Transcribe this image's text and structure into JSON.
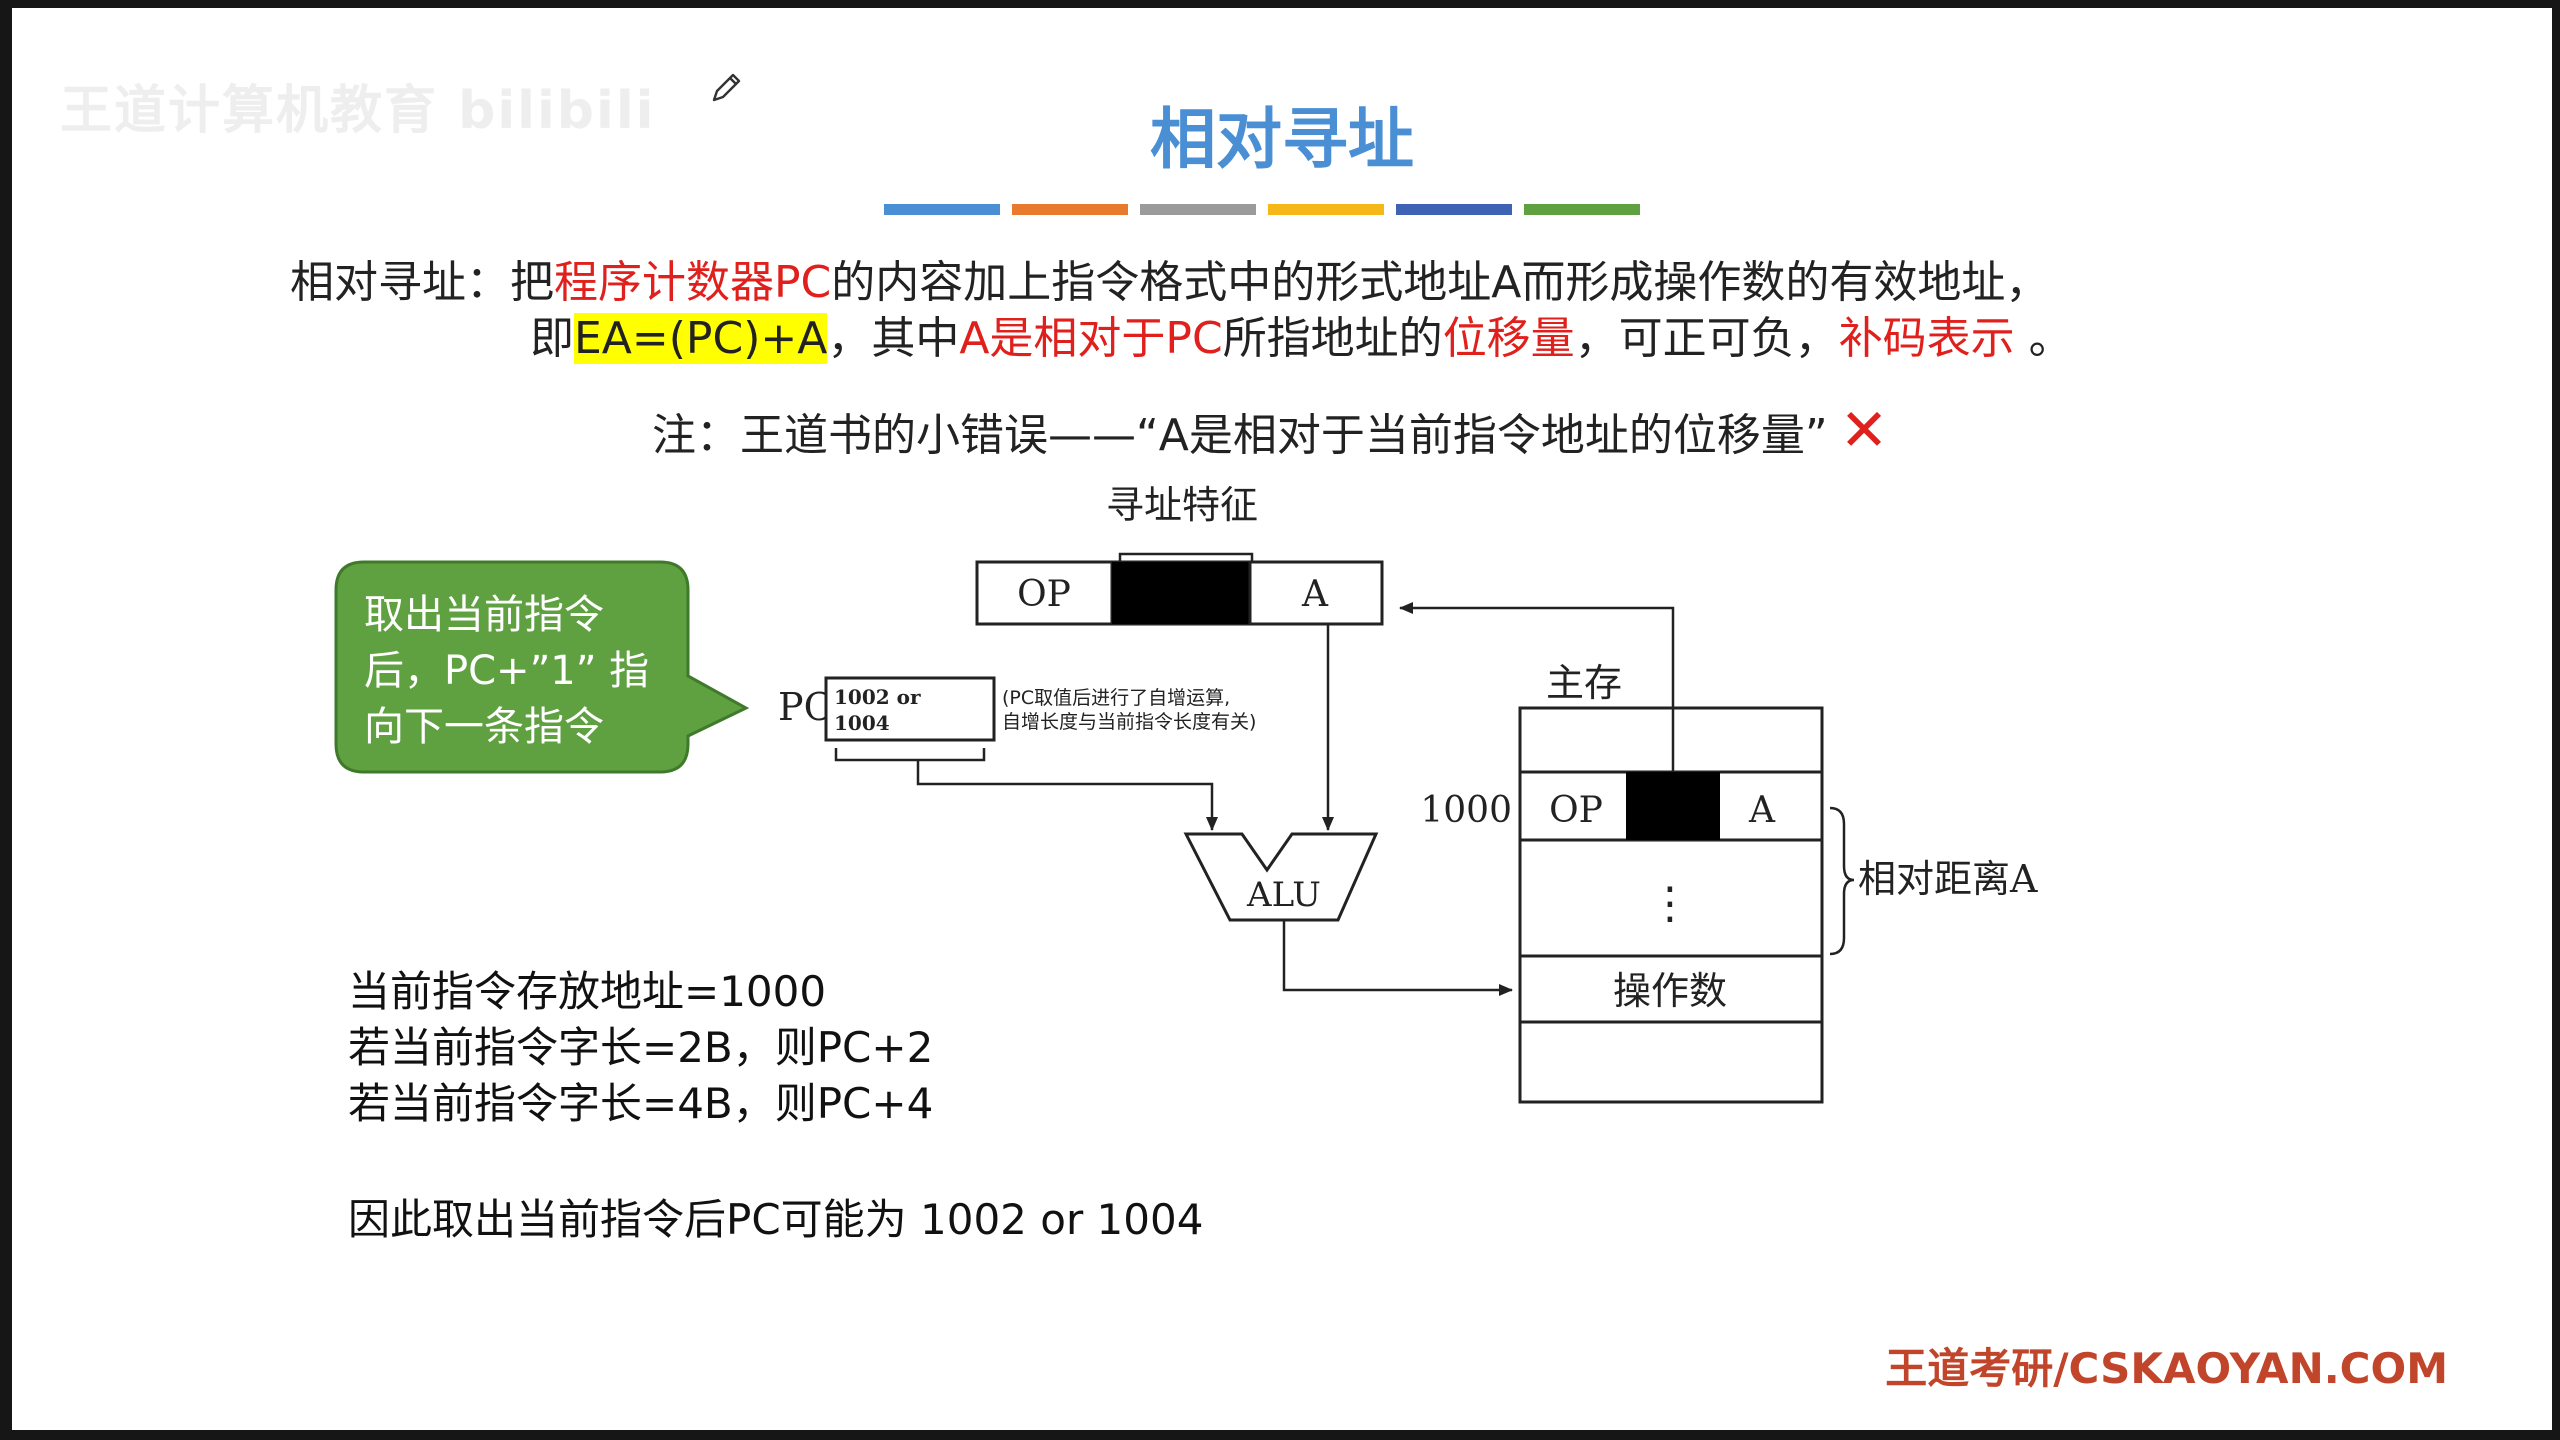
{
  "watermark": "王道计算机教育 bilibili",
  "title": "相对寻址",
  "accent_bars": [
    "#4a8fd4",
    "#e87a2d",
    "#9b9b9b",
    "#f5b818",
    "#3e63b5",
    "#5fa040"
  ],
  "definition": {
    "line1_a": "相对寻址：把",
    "line1_red1": "程序计数器PC",
    "line1_b": "的内容加上指令格式中的形式地址A而形成操作数的有效地址，",
    "line2_a": "即",
    "line2_hl": "EA=(PC)+A",
    "line2_b": "，其中",
    "line2_red1": "A是相对于PC",
    "line2_c": "所指地址的",
    "line2_red2": "位移量",
    "line2_d": "，可正可负，",
    "line2_red3": "补码表示",
    "line2_e": " 。"
  },
  "note": {
    "text": "注：王道书的小错误——“A是相对于当前指令地址的位移量”",
    "mark": "✕"
  },
  "diagram": {
    "addr_feature_label": "寻址特征",
    "instr_op": "OP",
    "instr_a": "A",
    "pc_label": "PC",
    "pc_values": [
      "1002    or",
      "1004"
    ],
    "pc_note_lines": [
      "(PC取值后进行了自增运算,",
      "自增长度与当前指令长度有关)"
    ],
    "alu_label": "ALU",
    "memory_label": "主存",
    "mem_addr": "1000",
    "mem_op": "OP",
    "mem_a": "A",
    "mem_dots": "⋮",
    "operand_label": "操作数",
    "distance_label": "相对距离A"
  },
  "callout": {
    "lines": [
      "取出当前指令",
      "后，PC+”1” 指",
      "向下一条指令"
    ],
    "fill": "#5fa040"
  },
  "bottom": {
    "lines": [
      "当前指令存放地址=1000",
      "若当前指令字长=2B，则PC+2",
      "若当前指令字长=4B，则PC+4",
      "因此取出当前指令后PC可能为 1002 or 1004"
    ]
  },
  "footer": "王道考研/CSKAOYAN.COM"
}
